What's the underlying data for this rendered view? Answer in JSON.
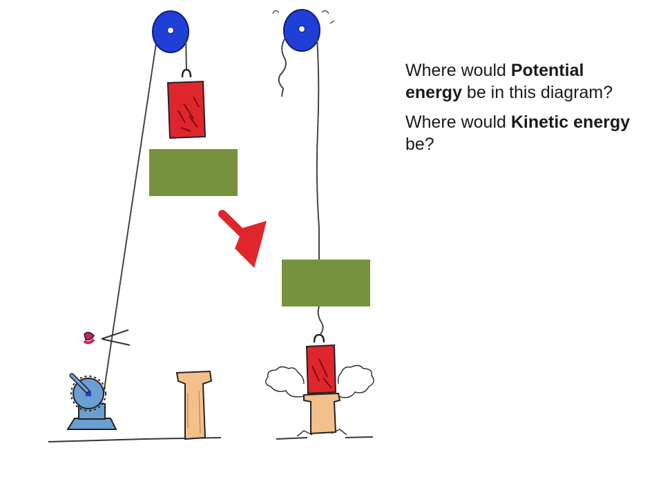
{
  "question_1": {
    "prefix": "Where would ",
    "bold": "Potential energy",
    "suffix": " be in this diagram?"
  },
  "question_2": {
    "prefix": "Where would ",
    "bold": "Kinetic energy",
    "suffix": " be?"
  },
  "colors": {
    "pulley": "#1f3fd6",
    "weight": "#e0262d",
    "arrow": "#e0262d",
    "label_box": "#76923c",
    "post": "#f2c08a",
    "winch": "#6b9ed1"
  }
}
